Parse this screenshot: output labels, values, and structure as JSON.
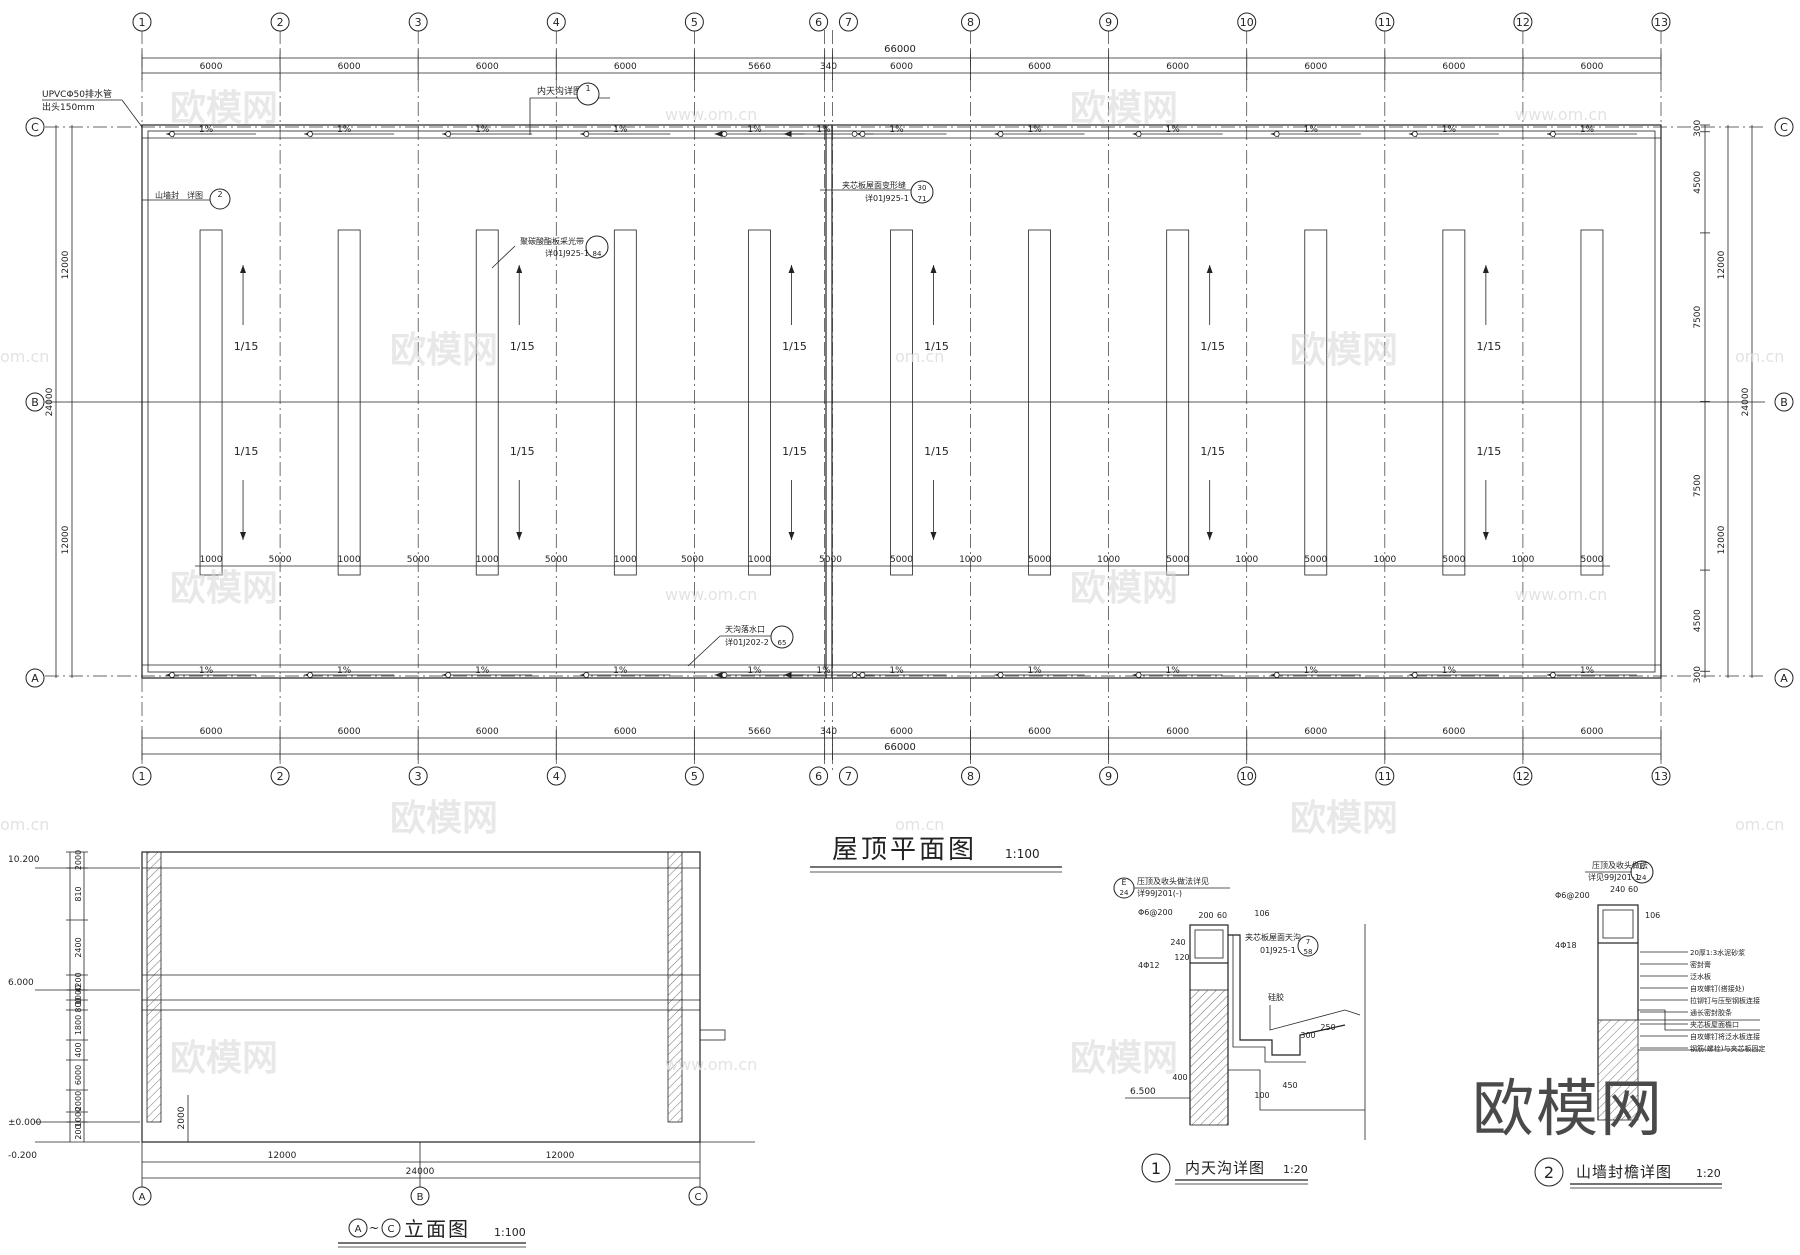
{
  "roof_plan": {
    "axes_top": [
      "1",
      "2",
      "3",
      "4",
      "5",
      "6",
      "7",
      "8",
      "9",
      "10",
      "11",
      "12",
      "13"
    ],
    "axes_side": [
      "C",
      "B",
      "A"
    ],
    "bay_dims": [
      "6000",
      "6000",
      "6000",
      "6000",
      "5660",
      "340",
      "6000",
      "6000",
      "6000",
      "6000",
      "6000",
      "6000"
    ],
    "total_length": "66000",
    "skylight_dims": [
      "1000",
      "5000",
      "1000",
      "5000",
      "1000",
      "5000",
      "1000",
      "5000",
      "1000",
      "5000",
      "5000",
      "1000",
      "5000",
      "1000",
      "5000",
      "1000",
      "5000",
      "1000",
      "5000",
      "1000",
      "5000",
      "1000"
    ],
    "right_dims_left": [
      "300",
      "4500",
      "7500",
      "7500",
      "4500",
      "300"
    ],
    "right_dims_mid": [
      "12000",
      "12000"
    ],
    "right_total": "24000",
    "left_dims": [
      "12000",
      "24000",
      "12000"
    ],
    "slope_gutter": "1%",
    "slope_roof": "1/15",
    "notes": {
      "drain_pipe_1": "UPVCΦ50排水管",
      "drain_pipe_2": "出头150mm",
      "inner_gutter": "内天沟详图",
      "inner_gutter_ref": "1",
      "gable_seal": "山墙封",
      "gable_seal_2": "详图",
      "gable_seal_ref": "2",
      "skylight": "聚碳酸酯板采光带",
      "skylight_ref": "详01J925-1",
      "skylight_page": "84",
      "sandwich_joint": "夹芯板屋面变形缝",
      "sandwich_joint_ref": "详01J925-1",
      "sandwich_joint_no": "30",
      "sandwich_joint_page": "71",
      "outlet": "天沟落水口",
      "outlet_ref": "详01J202-2",
      "outlet_page": "65"
    },
    "title": "屋顶平面图",
    "scale": "1:100"
  },
  "elevation": {
    "levels": [
      "10.200",
      "6.000",
      "±0.000",
      "-0.200"
    ],
    "vertical_dims": [
      "2000",
      "810",
      "2400",
      "4200",
      "1000",
      "800",
      "1800",
      "400",
      "6000",
      "2000",
      "1000",
      "200"
    ],
    "inner_dim": "2000",
    "bay_dims": [
      "12000",
      "12000"
    ],
    "total": "24000",
    "axes": [
      "A",
      "B",
      "C"
    ],
    "title_axis_a": "A",
    "title_sep": "~",
    "title_axis_c": "C",
    "title": "立面图",
    "scale": "1:100"
  },
  "detail1": {
    "no": "1",
    "title": "内天沟详图",
    "scale": "1:20",
    "ref_1": "压顶及收头做法详见",
    "ref_2": "详99J201(-)",
    "ref_e": "E",
    "ref_e_page": "24",
    "rebar_1": "Φ6@200",
    "rebar_2": "4Φ12",
    "dims": [
      "200",
      "60",
      "240",
      "120",
      "106",
      "300",
      "250",
      "450",
      "400",
      "100"
    ],
    "sandwich_note": "夹芯板屋面天沟",
    "sandwich_ref": "01J925-1",
    "sandwich_no": "7",
    "sandwich_page": "58",
    "silicone": "硅胶",
    "level": "6.500"
  },
  "detail2": {
    "no": "2",
    "title": "山墙封檐详图",
    "scale": "1:20",
    "ref_1": "压顶及收头做法",
    "ref_2": "详见99J201-1",
    "ref_e": "E",
    "ref_e_page": "24",
    "rebar_1": "Φ6@200",
    "rebar_2": "4Φ18",
    "dims": [
      "240",
      "60",
      "106"
    ],
    "notes": [
      "20厚1:3水泥砂浆",
      "密封膏",
      "泛水板",
      "自攻螺钉(搭接处)",
      "拉铆钉与压型钢板连接",
      "通长密封胶条",
      "夹芯板屋面檐口",
      "自攻螺钉将泛水板连接",
      "钢筋(螺栓)与夹芯板固定"
    ]
  },
  "watermark": {
    "brand": "欧模网",
    "url": "www.om.cn",
    "site": "om.cn"
  }
}
